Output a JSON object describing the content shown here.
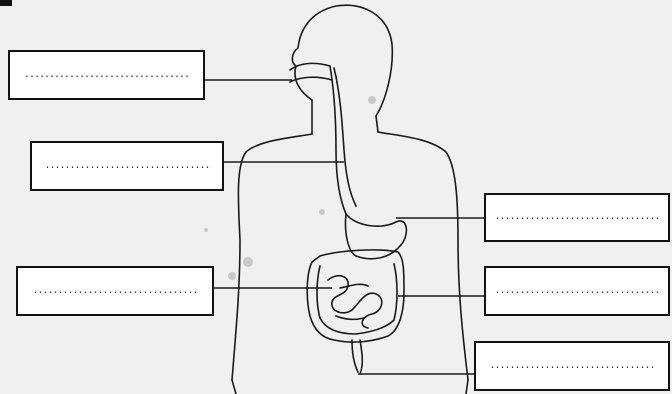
{
  "colors": {
    "background": "#f0f0f0",
    "outline": "#1a1a1a",
    "box_border": "#111111",
    "shading": "#b8b8b8"
  },
  "labels": [
    {
      "id": "mouth",
      "text": "................................."
    },
    {
      "id": "oesophagus",
      "text": "................................."
    },
    {
      "id": "stomach",
      "text": "................................."
    },
    {
      "id": "small-intestine",
      "text": "................................."
    },
    {
      "id": "large-intestine",
      "text": "................................."
    },
    {
      "id": "rectum",
      "text": "................................."
    }
  ]
}
